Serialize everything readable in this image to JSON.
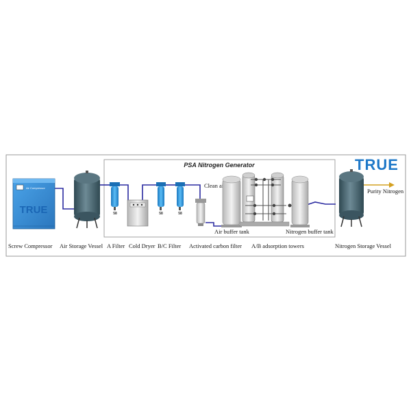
{
  "brand": {
    "logo_text": "TRUE",
    "color": "#1e78c8"
  },
  "generator_title": "PSA Nitrogen Generator",
  "compressor": {
    "panel_text": "Air Compressor",
    "logo_text": "TRUE"
  },
  "filter_marks": [
    "58",
    "58",
    "58"
  ],
  "labels": {
    "screw_compressor": "Screw Compressor",
    "air_storage_vessel": "Air Storage Vessel",
    "a_filter": "A Filter",
    "cold_dryer": "Cold Dryer",
    "bc_filter": "B/C Filter",
    "activated_carbon_filter": "Activated carbon filter",
    "ab_adsorption_towers": "A/B adsorption towers",
    "nitrogen_storage_vessel": "Nitrogen Storage Vessel",
    "clean_air": "Clean air",
    "air_buffer_tank": "Air buffer tank",
    "nitrogen_buffer_tank": "Nitrogen buffer tank",
    "purity_nitrogen": "Purity Nitrogen"
  },
  "colors": {
    "pipe": "#2a2aa0",
    "tank": "#4b6772",
    "filter": "#2f9be6",
    "compressor": "#3a8fd6",
    "output_arrow": "#d4a020"
  }
}
